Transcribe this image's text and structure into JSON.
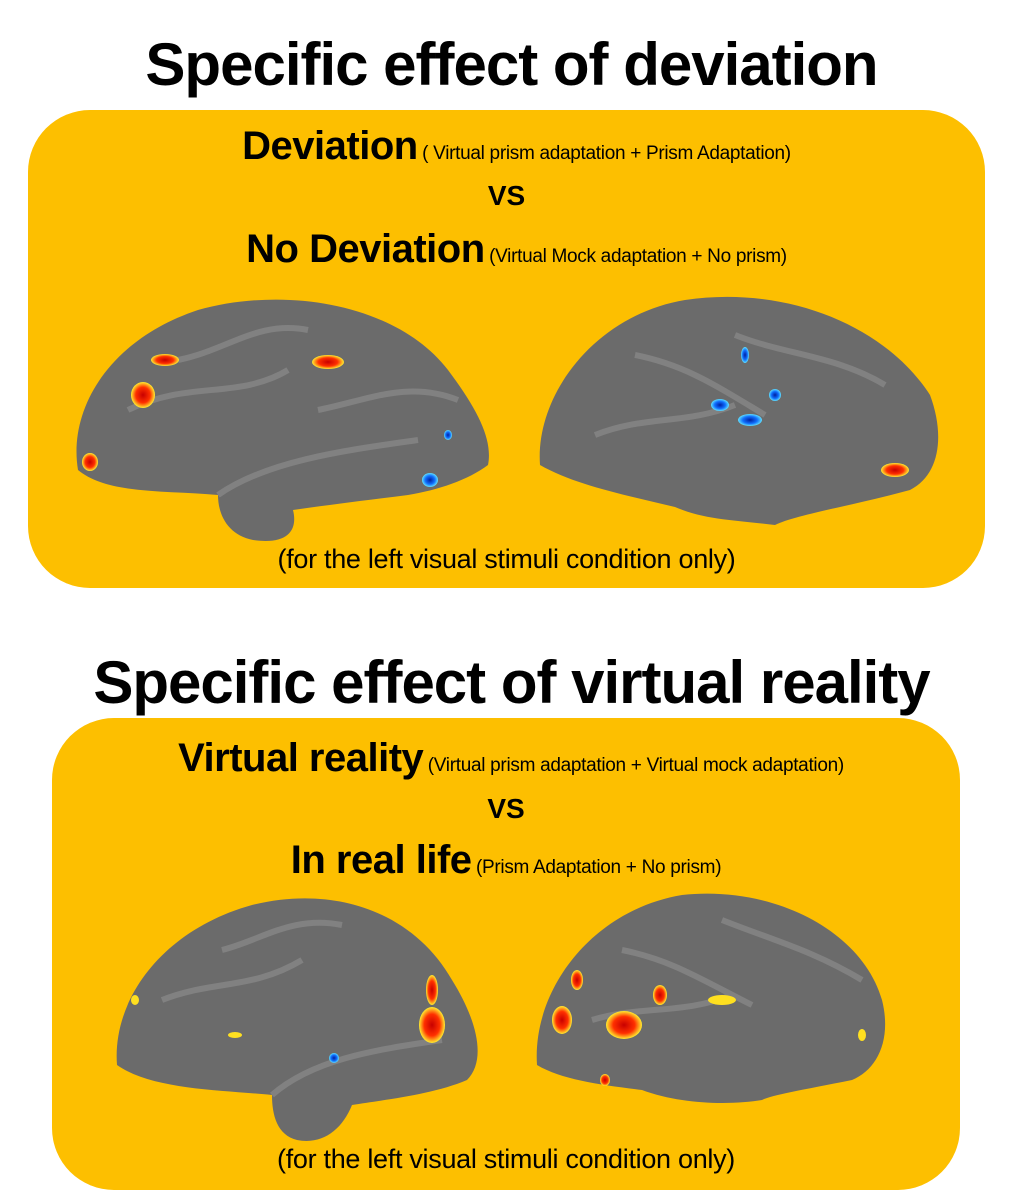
{
  "sections": [
    {
      "title": "Specific effect of deviation",
      "condition_a": {
        "label": "Deviation",
        "detail": "( Virtual prism adaptation + Prism Adaptation)"
      },
      "vs": "VS",
      "condition_b": {
        "label": "No Deviation",
        "detail": "(Virtual Mock adaptation + No prism)"
      },
      "caption": "(for the left visual stimuli condition only)"
    },
    {
      "title": "Specific effect of virtual reality",
      "condition_a": {
        "label": "Virtual reality",
        "detail": "(Virtual prism adaptation + Virtual mock adaptation)"
      },
      "vs": "VS",
      "condition_b": {
        "label": "In real life",
        "detail": "(Prism Adaptation + No prism)"
      },
      "caption": "(for the left visual stimuli condition only)"
    }
  ],
  "colors": {
    "panel": "#fdbf00",
    "brain": "#6b6b6b",
    "positive": "#e02000",
    "negative": "#1050e0"
  }
}
